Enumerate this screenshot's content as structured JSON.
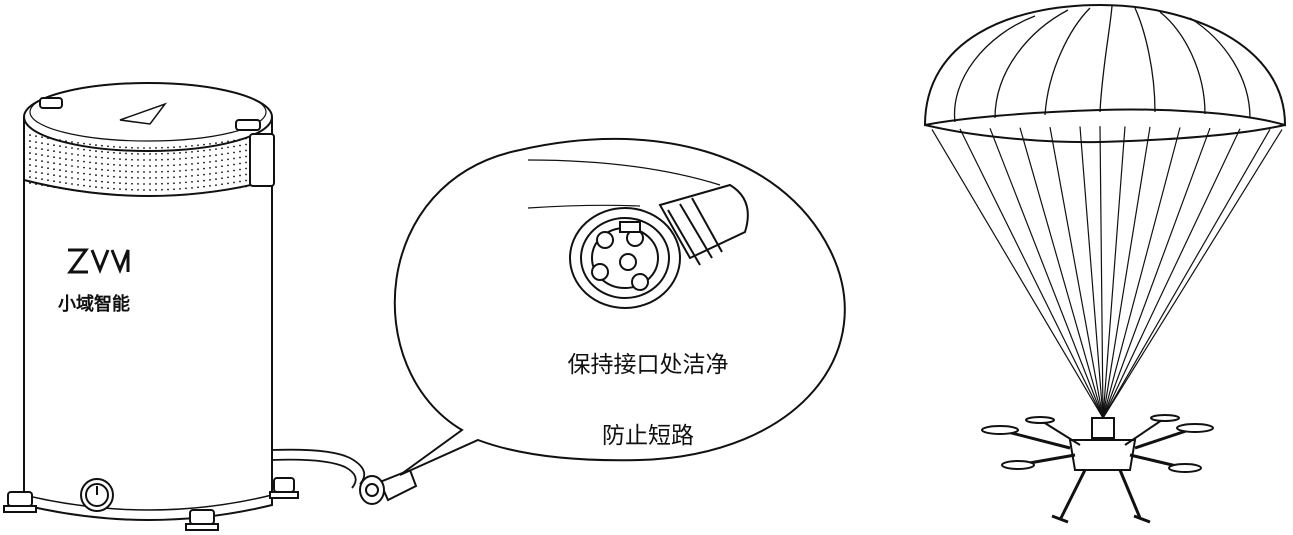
{
  "brand": {
    "name": "小域智能"
  },
  "callout": {
    "line1": "保持接口处洁净",
    "line2": "防止短路"
  }
}
